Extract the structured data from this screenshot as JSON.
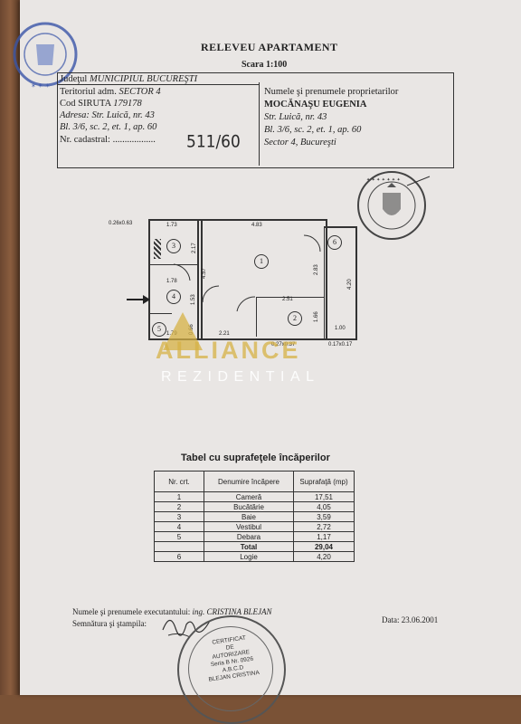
{
  "doc": {
    "title": "RELEVEU APARTAMENT",
    "scale": "Scara 1:100",
    "header": {
      "county_label": "Judeţul",
      "county_value": "MUNICIPIUL BUCUREŞTI",
      "territory_label": "Teritoriul adm.",
      "territory_value": "SECTOR 4",
      "siruta_label": "Cod SIRUTA",
      "siruta_value": "179178",
      "address_label": "Adresa:",
      "address_value": "Str. Luică, nr. 43",
      "block_line": "Bl. 3/6, sc. 2, et. 1, ap. 60",
      "cadastral_label": "Nr. cadastral:",
      "cadastral_dots": "..................",
      "cadastral_value": "511/60",
      "owner_label": "Numele şi prenumele proprietarilor",
      "owner_value": "MOCĂNAŞU EUGENIA",
      "owner_address": "Str. Luică, nr. 43",
      "owner_block": "Bl. 3/6, sc. 2, et. 1, ap. 60",
      "owner_sector": "Sector 4, Bucureşti"
    },
    "plan": {
      "dims": [
        "0.26x0.63",
        "1.73",
        "4.83",
        "2.17",
        "4.57",
        "2.83",
        "4.20",
        "1.78",
        "1.53",
        "2.51",
        "1.66",
        "0.66",
        "1.00",
        "1.79",
        "2.21",
        "0.27x0.37",
        "0.17x0.17"
      ],
      "rooms": [
        "1",
        "2",
        "3",
        "4",
        "5",
        "6"
      ]
    },
    "watermark": {
      "brand": "ALLIANCE",
      "sub": "REZIDENTIAL"
    },
    "table": {
      "title": "Tabel cu suprafeţele încăperilor",
      "headers": [
        "Nr. crt.",
        "Denumire încăpere",
        "Suprafaţă (mp)"
      ],
      "rows": [
        {
          "nr": "1",
          "name": "Cameră",
          "area": "17,51"
        },
        {
          "nr": "2",
          "name": "Bucătărie",
          "area": "4,05"
        },
        {
          "nr": "3",
          "name": "Baie",
          "area": "3,59"
        },
        {
          "nr": "4",
          "name": "Vestibul",
          "area": "2,72"
        },
        {
          "nr": "5",
          "name": "Debara",
          "area": "1,17"
        }
      ],
      "total_label": "Total",
      "total_value": "29,04",
      "extra": {
        "nr": "6",
        "name": "Logie",
        "area": "4,20"
      }
    },
    "footer": {
      "executant_label": "Numele şi prenumele executantului:",
      "executant_value": "ing. CRISTINA BLEJAN",
      "signature_label": "Semnătura şi ştampila:",
      "date": "Data: 23.06.2001"
    },
    "stamp_text": [
      "CERTIFICAT",
      "DE",
      "AUTORIZARE",
      "Seria B Nr. 0926",
      "A.B.C.D",
      "BLEJAN CRISTINA"
    ]
  }
}
